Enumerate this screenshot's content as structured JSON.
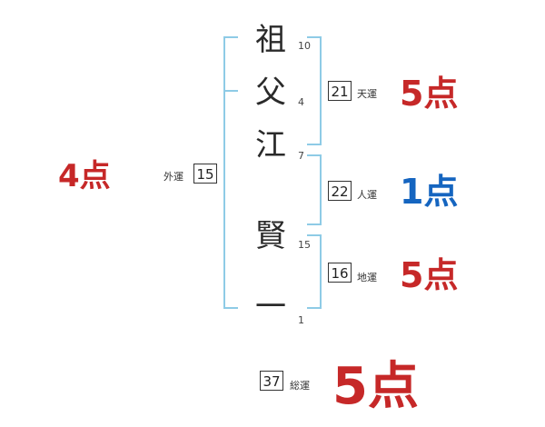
{
  "name_chars": [
    {
      "char": "祖",
      "strokes": "10"
    },
    {
      "char": "父",
      "strokes": "4"
    },
    {
      "char": "江",
      "strokes": "7"
    },
    {
      "char": "賢",
      "strokes": "15"
    },
    {
      "char": "一",
      "strokes": "1"
    }
  ],
  "fortunes": {
    "tenkaku": {
      "label": "天運",
      "value": "21",
      "score": "5点",
      "color": "#c62828"
    },
    "jinkaku": {
      "label": "人運",
      "value": "22",
      "score": "1点",
      "color": "#1565c0"
    },
    "chikaku": {
      "label": "地運",
      "value": "16",
      "score": "5点",
      "color": "#c62828"
    },
    "gaikaku": {
      "label": "外運",
      "value": "15",
      "score": "4点",
      "color": "#c62828"
    },
    "soukaku": {
      "label": "総運",
      "value": "37",
      "score": "5点",
      "color": "#c62828"
    }
  },
  "colors": {
    "bracket": "#8ecbe6"
  }
}
